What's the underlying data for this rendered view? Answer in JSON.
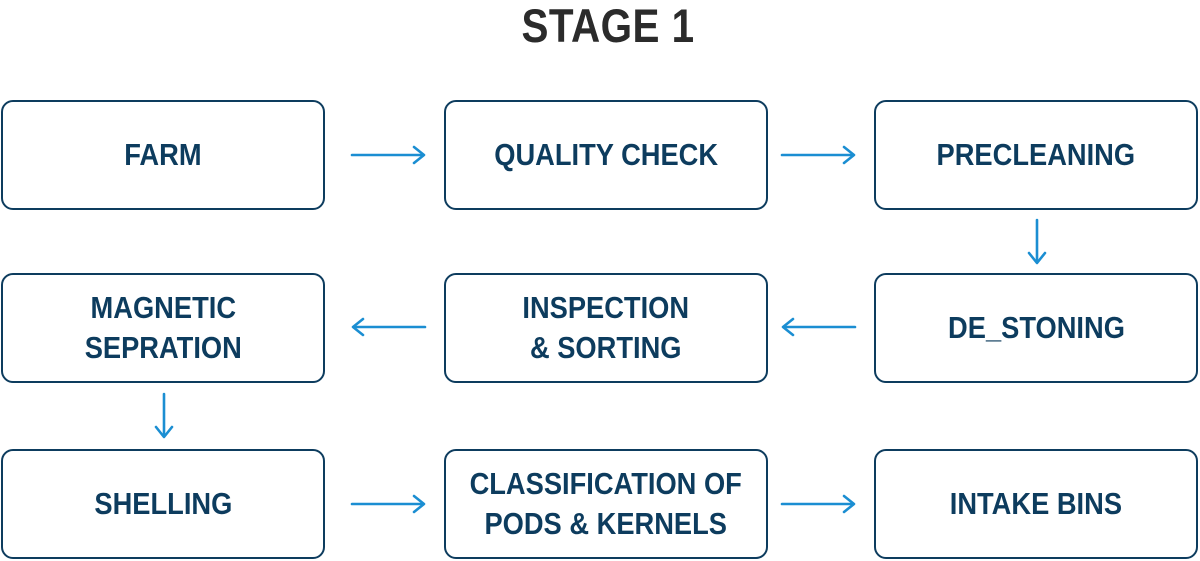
{
  "title": "STAGE 1",
  "steps": {
    "farm": "FARM",
    "quality_check": "QUALITY CHECK",
    "precleaning": "PRECLEANING",
    "de_stoning": "DE_STONING",
    "inspection_sorting": "INSPECTION\n& SORTING",
    "magnetic_separation": "MAGNETIC\nSEPRATION",
    "shelling": "SHELLING",
    "classification": "CLASSIFICATION OF\nPODS & KERNELS",
    "intake_bins": "INTAKE BINS"
  },
  "colors": {
    "box_border": "#0d3c5e",
    "box_text": "#0d3c5e",
    "arrow": "#1b8ed2",
    "title": "#2b2b2b"
  }
}
